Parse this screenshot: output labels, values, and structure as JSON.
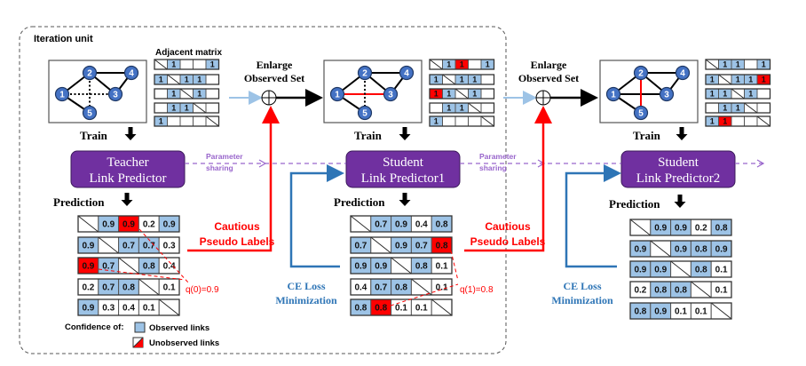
{
  "iteration_unit_label": "Iteration unit",
  "adjacent_matrix_label": "Adjacent matrix",
  "enlarge": {
    "line1": "Enlarge",
    "line2": "Observed Set"
  },
  "train_label": "Train",
  "prediction_label": "Prediction",
  "parameter_sharing": {
    "line1": "Parameter",
    "line2": "sharing"
  },
  "cautious": {
    "line1": "Cautious",
    "line2": "Pseudo Labels"
  },
  "ce_loss": {
    "line1": "CE Loss",
    "line2": "Minimization"
  },
  "predictors": [
    {
      "line1": "Teacher",
      "line2": "Link Predictor"
    },
    {
      "line1": "Student",
      "line2": "Link Predictor1"
    },
    {
      "line1": "Student",
      "line2": "Link Predictor2"
    }
  ],
  "thresholds": [
    "q(0)=0.9",
    "q(1)=0.8"
  ],
  "legend": {
    "title": "Confidence of:",
    "observed": "Observed links",
    "unobserved": "Unobserved links"
  },
  "colors": {
    "predictor": "#7030A0",
    "observed": "#9DC3E6",
    "pseudo": "#FF0000",
    "node": "#4472C4",
    "ce_loss": "#2E75B6",
    "enlarge_arrow": "#9DC3E6",
    "sharing": "#9966CC"
  },
  "graphs": [
    {
      "nodes": [
        "1",
        "2",
        "3",
        "4",
        "5"
      ],
      "edges": [
        {
          "a": "1",
          "b": "2",
          "style": "solid"
        },
        {
          "a": "2",
          "b": "4",
          "style": "solid"
        },
        {
          "a": "2",
          "b": "3",
          "style": "solid"
        },
        {
          "a": "4",
          "b": "3",
          "style": "solid"
        },
        {
          "a": "1",
          "b": "5",
          "style": "solid"
        },
        {
          "a": "1",
          "b": "3",
          "style": "dotted"
        },
        {
          "a": "2",
          "b": "5",
          "style": "dotted"
        }
      ]
    },
    {
      "nodes": [
        "1",
        "2",
        "3",
        "4",
        "5"
      ],
      "edges": [
        {
          "a": "1",
          "b": "2",
          "style": "solid"
        },
        {
          "a": "2",
          "b": "4",
          "style": "solid"
        },
        {
          "a": "2",
          "b": "3",
          "style": "solid"
        },
        {
          "a": "4",
          "b": "3",
          "style": "solid"
        },
        {
          "a": "1",
          "b": "5",
          "style": "solid"
        },
        {
          "a": "1",
          "b": "3",
          "style": "new"
        },
        {
          "a": "2",
          "b": "5",
          "style": "dotted"
        }
      ]
    },
    {
      "nodes": [
        "1",
        "2",
        "3",
        "4",
        "5"
      ],
      "edges": [
        {
          "a": "1",
          "b": "2",
          "style": "solid"
        },
        {
          "a": "2",
          "b": "4",
          "style": "solid"
        },
        {
          "a": "2",
          "b": "3",
          "style": "solid"
        },
        {
          "a": "4",
          "b": "3",
          "style": "solid"
        },
        {
          "a": "1",
          "b": "5",
          "style": "solid"
        },
        {
          "a": "1",
          "b": "3",
          "style": "solid"
        },
        {
          "a": "2",
          "b": "5",
          "style": "new"
        }
      ]
    }
  ],
  "adjacency": [
    [
      {
        "values": [
          "",
          "1",
          "",
          "",
          "1"
        ],
        "state": [
          "diag",
          "obs",
          "none",
          "none",
          "obs"
        ]
      },
      {
        "values": [
          "1",
          "",
          "1",
          "1",
          ""
        ],
        "state": [
          "obs",
          "diag",
          "obs",
          "obs",
          "none"
        ]
      },
      {
        "values": [
          "",
          "1",
          "",
          "1",
          ""
        ],
        "state": [
          "none",
          "obs",
          "diag",
          "obs",
          "none"
        ]
      },
      {
        "values": [
          "",
          "1",
          "1",
          "",
          ""
        ],
        "state": [
          "none",
          "obs",
          "obs",
          "diag",
          "none"
        ]
      },
      {
        "values": [
          "1",
          "",
          "",
          "",
          ""
        ],
        "state": [
          "obs",
          "none",
          "none",
          "none",
          "diag"
        ]
      }
    ],
    [
      {
        "values": [
          "",
          "1",
          "1",
          "",
          "1"
        ],
        "state": [
          "diag",
          "obs",
          "pseudo",
          "none",
          "obs"
        ]
      },
      {
        "values": [
          "1",
          "",
          "1",
          "1",
          ""
        ],
        "state": [
          "obs",
          "diag",
          "obs",
          "obs",
          "none"
        ]
      },
      {
        "values": [
          "1",
          "1",
          "",
          "1",
          ""
        ],
        "state": [
          "pseudo",
          "obs",
          "diag",
          "obs",
          "none"
        ]
      },
      {
        "values": [
          "",
          "1",
          "1",
          "",
          ""
        ],
        "state": [
          "none",
          "obs",
          "obs",
          "diag",
          "none"
        ]
      },
      {
        "values": [
          "1",
          "",
          "",
          "",
          ""
        ],
        "state": [
          "obs",
          "none",
          "none",
          "none",
          "diag"
        ]
      }
    ],
    [
      {
        "values": [
          "",
          "1",
          "1",
          "",
          "1"
        ],
        "state": [
          "diag",
          "obs",
          "obs",
          "none",
          "obs"
        ]
      },
      {
        "values": [
          "1",
          "",
          "1",
          "1",
          "1"
        ],
        "state": [
          "obs",
          "diag",
          "obs",
          "obs",
          "pseudo"
        ]
      },
      {
        "values": [
          "1",
          "1",
          "",
          "1",
          ""
        ],
        "state": [
          "obs",
          "obs",
          "diag",
          "obs",
          "none"
        ]
      },
      {
        "values": [
          "",
          "1",
          "1",
          "",
          ""
        ],
        "state": [
          "none",
          "obs",
          "obs",
          "diag",
          "none"
        ]
      },
      {
        "values": [
          "1",
          "1",
          "",
          "",
          ""
        ],
        "state": [
          "obs",
          "pseudo",
          "none",
          "none",
          "diag"
        ]
      }
    ]
  ],
  "predictions": [
    [
      {
        "values": [
          "",
          "0.9",
          "0.9",
          "0.2",
          "0.9"
        ],
        "state": [
          "diag",
          "obs",
          "pseudo",
          "none",
          "obs"
        ]
      },
      {
        "values": [
          "0.9",
          "",
          "0.7",
          "0.7",
          "0.3"
        ],
        "state": [
          "obs",
          "diag",
          "obs",
          "obs",
          "none"
        ]
      },
      {
        "values": [
          "0.9",
          "0.7",
          "",
          "0.8",
          "0.4"
        ],
        "state": [
          "pseudo",
          "obs",
          "diag",
          "obs",
          "none"
        ]
      },
      {
        "values": [
          "0.2",
          "0.7",
          "0.8",
          "",
          "0.1"
        ],
        "state": [
          "none",
          "obs",
          "obs",
          "diag",
          "none"
        ]
      },
      {
        "values": [
          "0.9",
          "0.3",
          "0.4",
          "0.1",
          ""
        ],
        "state": [
          "obs",
          "none",
          "none",
          "none",
          "diag"
        ]
      }
    ],
    [
      {
        "values": [
          "",
          "0.7",
          "0.9",
          "0.4",
          "0.8"
        ],
        "state": [
          "diag",
          "obs",
          "obs",
          "none",
          "obs"
        ]
      },
      {
        "values": [
          "0.7",
          "",
          "0.9",
          "0.7",
          "0.8"
        ],
        "state": [
          "obs",
          "diag",
          "obs",
          "obs",
          "pseudo"
        ]
      },
      {
        "values": [
          "0.9",
          "0.9",
          "",
          "0.8",
          "0.1"
        ],
        "state": [
          "obs",
          "obs",
          "diag",
          "obs",
          "none"
        ]
      },
      {
        "values": [
          "0.4",
          "0.7",
          "0.8",
          "",
          "0.1"
        ],
        "state": [
          "none",
          "obs",
          "obs",
          "diag",
          "none"
        ]
      },
      {
        "values": [
          "0.8",
          "0.8",
          "0.1",
          "0.1",
          ""
        ],
        "state": [
          "obs",
          "pseudo",
          "none",
          "none",
          "diag"
        ]
      }
    ],
    [
      {
        "values": [
          "",
          "0.9",
          "0.9",
          "0.2",
          "0.8"
        ],
        "state": [
          "diag",
          "obs",
          "obs",
          "none",
          "obs"
        ]
      },
      {
        "values": [
          "0.9",
          "",
          "0.9",
          "0.8",
          "0.9"
        ],
        "state": [
          "obs",
          "diag",
          "obs",
          "obs",
          "obs"
        ]
      },
      {
        "values": [
          "0.9",
          "0.9",
          "",
          "0.8",
          "0.1"
        ],
        "state": [
          "obs",
          "obs",
          "diag",
          "obs",
          "none"
        ]
      },
      {
        "values": [
          "0.2",
          "0.8",
          "0.8",
          "",
          "0.1"
        ],
        "state": [
          "none",
          "obs",
          "obs",
          "diag",
          "none"
        ]
      },
      {
        "values": [
          "0.8",
          "0.9",
          "0.1",
          "0.1",
          ""
        ],
        "state": [
          "obs",
          "obs",
          "none",
          "none",
          "diag"
        ]
      }
    ]
  ]
}
